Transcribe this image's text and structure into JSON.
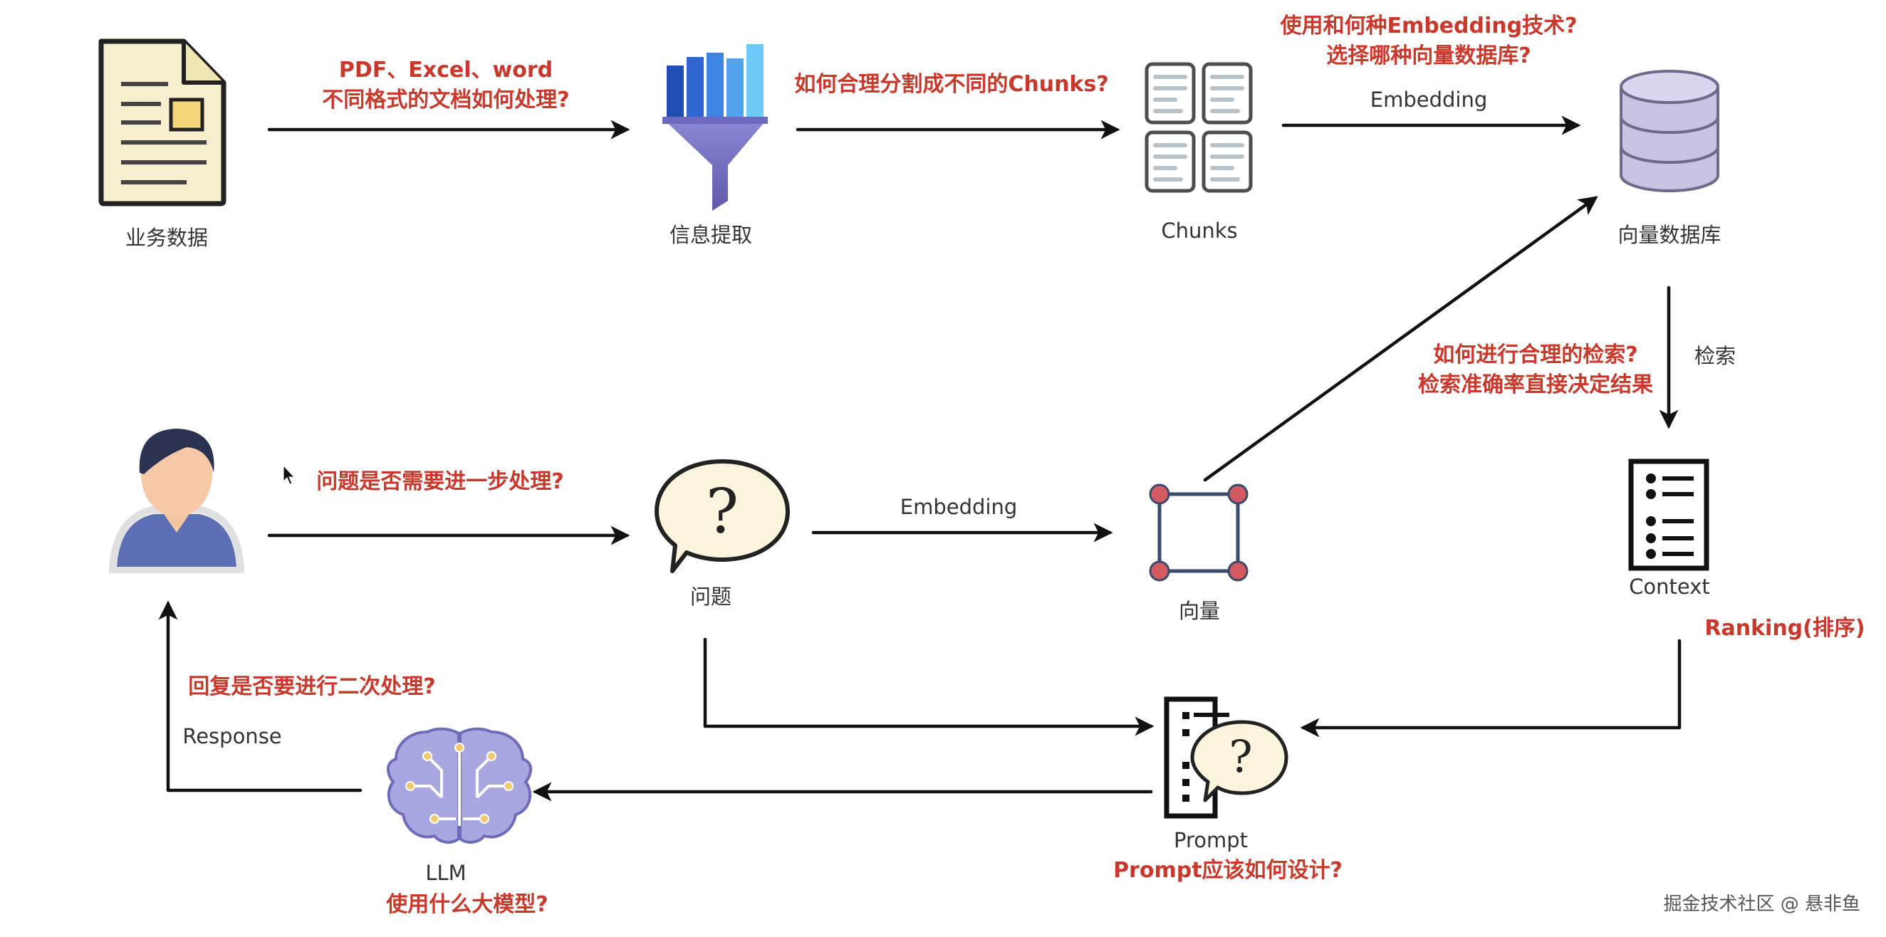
{
  "nodes": {
    "business_data": {
      "label": "业务数据",
      "icon": "document-icon"
    },
    "info_extract": {
      "label": "信息提取",
      "icon": "funnel-icon"
    },
    "chunks": {
      "label": "Chunks",
      "icon": "chunks-grid-icon"
    },
    "vector_db": {
      "label": "向量数据库",
      "icon": "database-icon"
    },
    "user": {
      "icon": "user-avatar-icon"
    },
    "question": {
      "label": "问题",
      "icon": "question-bubble-icon"
    },
    "vector": {
      "label": "向量",
      "icon": "vector-square-icon"
    },
    "context": {
      "label": "Context",
      "icon": "list-icon"
    },
    "prompt": {
      "label": "Prompt",
      "icon": "prompt-doc-icon"
    },
    "llm": {
      "label": "LLM",
      "icon": "brain-icon"
    }
  },
  "edges": {
    "embedding_top": "Embedding",
    "embedding_mid": "Embedding",
    "retrieve": "检索",
    "response": "Response"
  },
  "questions": {
    "doc_format_1": "PDF、Excel、word",
    "doc_format_2": "不同格式的文档如何处理?",
    "chunking": "如何合理分割成不同的Chunks?",
    "embedding_1": "使用和何种Embedding技术?",
    "embedding_2": "选择哪种向量数据库?",
    "retrieval_1": "如何进行合理的检索?",
    "retrieval_2": "检索准确率直接决定结果",
    "preprocess": "问题是否需要进一步处理?",
    "ranking": "Ranking(排序)",
    "postprocess": "回复是否要进行二次处理?",
    "prompt_design": "Prompt应该如何设计?",
    "model_choice": "使用什么大模型?"
  },
  "watermark": "掘金技术社区 @ 悬非鱼",
  "colors": {
    "question_text": "#c8382b",
    "label_text": "#333333",
    "arrow": "#111111",
    "funnel_blue": "#3a6fd8",
    "funnel_purple": "#7f7fc6",
    "database": "#c7c3e3",
    "brain": "#8f8fd6",
    "vector_vertex": "#d45a62",
    "document": "#f6f0cf"
  }
}
